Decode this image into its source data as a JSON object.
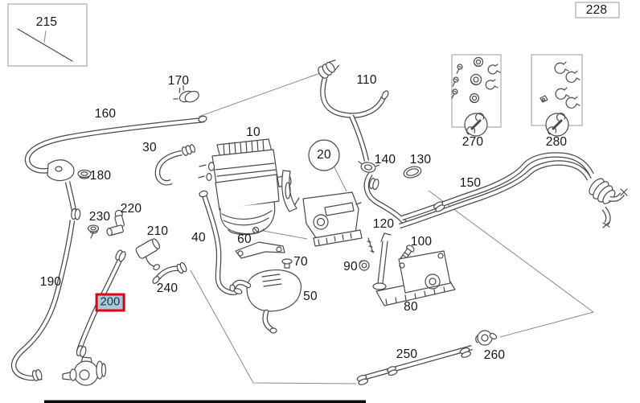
{
  "diagram": {
    "type": "exploded-parts-diagram",
    "background": "#ffffff",
    "line_color": "#4a4a4a",
    "labels": {
      "p10": "10",
      "p20": "20",
      "p30": "30",
      "p40": "40",
      "p50": "50",
      "p60": "60",
      "p70": "70",
      "p80": "80",
      "p90": "90",
      "p100": "100",
      "p110": "110",
      "p120": "120",
      "p130": "130",
      "p140": "140",
      "p150": "150",
      "p160": "160",
      "p170": "170",
      "p180": "180",
      "p190": "190",
      "p200": "200",
      "p210": "210",
      "p215": "215",
      "p220": "220",
      "p228": "228",
      "p230": "230",
      "p240": "240",
      "p250": "250",
      "p260": "260",
      "p270": "270",
      "p280": "280"
    },
    "selected_part": {
      "label": "200",
      "highlight_border": "#e30013",
      "highlight_fill": "#a7c9da",
      "text_color": "#153140"
    },
    "kits": [
      {
        "label": "270",
        "icon": "wrench-icon"
      },
      {
        "label": "280",
        "icon": "wrench-icon"
      }
    ],
    "inset_boxes": [
      {
        "label": "215"
      },
      {
        "label": "228"
      }
    ]
  }
}
